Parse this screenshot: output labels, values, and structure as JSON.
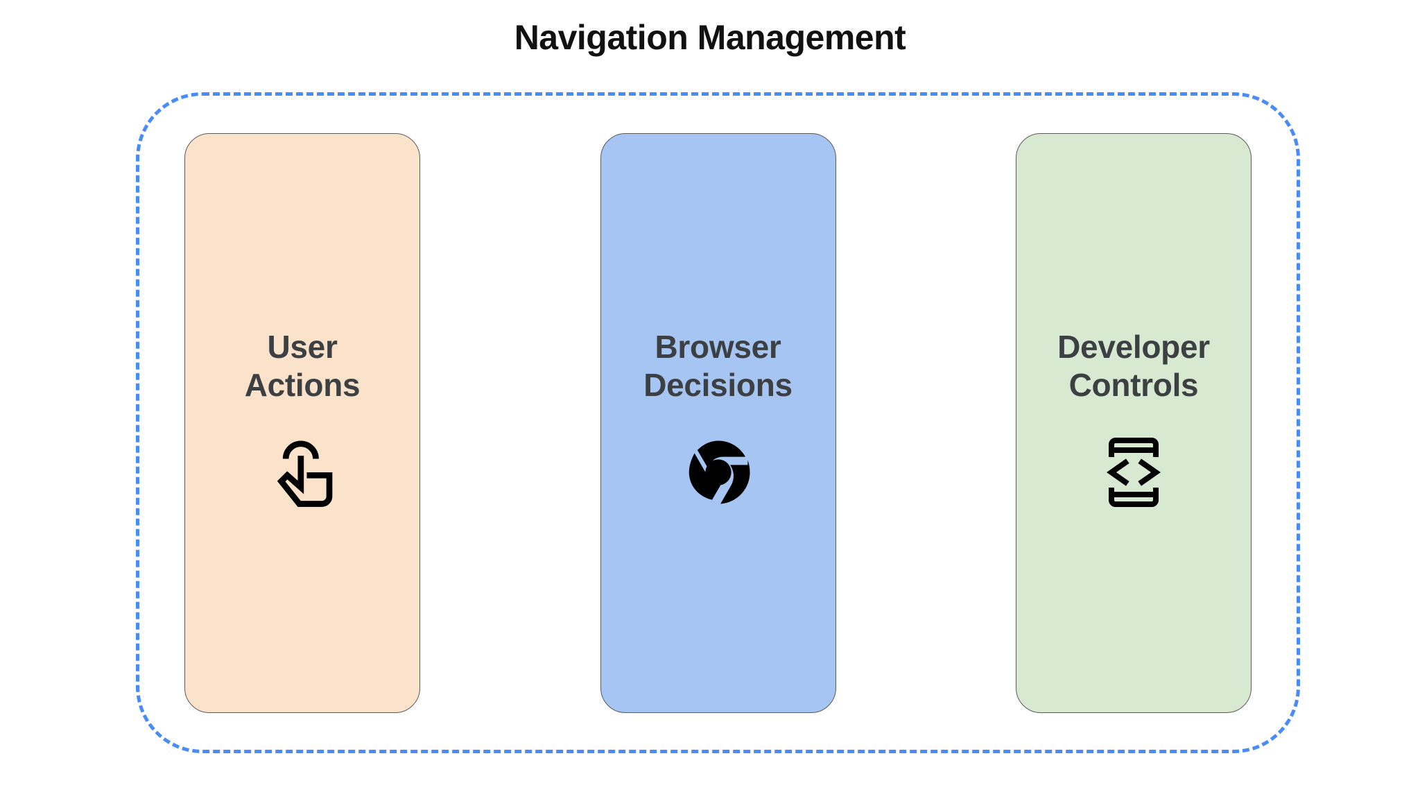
{
  "title": "Navigation Management",
  "container": {
    "name": "navigation-management-group",
    "border_style": "dashed",
    "border_color": "#4A8CF7"
  },
  "colors": {
    "background": "#FFFFFF",
    "title_text": "#111111",
    "card_text": "#3C4043",
    "card_border": "#595959",
    "dashed_border": "#4A8CF7",
    "icon": "#000000"
  },
  "cards": [
    {
      "id": "user-actions",
      "label": "User\nActions",
      "line1": "User",
      "line2": "Actions",
      "background": "#FBE2CA",
      "icon": "touch-gesture-icon"
    },
    {
      "id": "browser-decisions",
      "label": "Browser\nDecisions",
      "line1": "Browser",
      "line2": "Decisions",
      "background": "#A6C5F3",
      "icon": "chrome-logo-icon"
    },
    {
      "id": "developer-controls",
      "label": "Developer\nControls",
      "line1": "Developer",
      "line2": "Controls",
      "background": "#D8E9D1",
      "icon": "developer-mode-icon"
    }
  ]
}
